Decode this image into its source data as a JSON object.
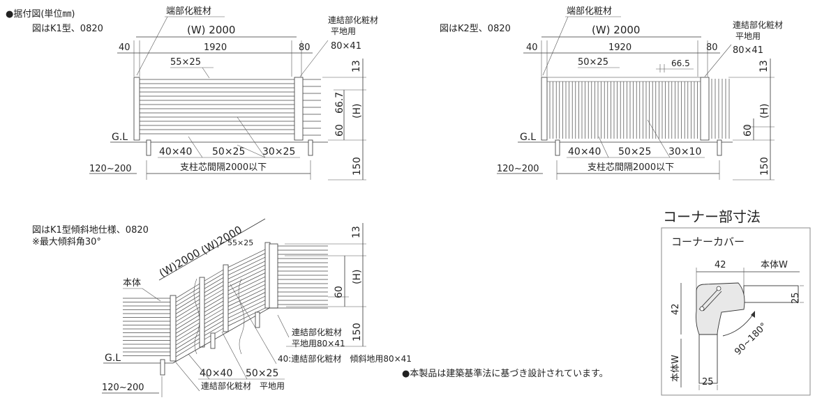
{
  "fig1": {
    "heading": "●据付図(単位㎜)",
    "caption": "図はK1型、0820",
    "end_post_label": "端部化粧材",
    "link_post_label": "連結部化粧材",
    "link_post_sub": "平地用",
    "link_post_size": "80×41",
    "width_total": "(W) 2000",
    "dim_40": "40",
    "dim_1920": "1920",
    "dim_80": "80",
    "top_rail": "55×25",
    "dim_13": "13",
    "dim_667": "66.7",
    "dim_h": "(H)",
    "dim_60": "60",
    "dim_150": "150",
    "gl": "G.L",
    "post_size": "40×40",
    "slat_size1": "50×25",
    "slat_size2": "30×25",
    "embed": "120~200",
    "spacing": "支柱芯間隔2000以下"
  },
  "fig2": {
    "caption": "図はK2型、0820",
    "end_post_label": "端部化粧材",
    "link_post_label": "連結部化粧材",
    "link_post_sub": "平地用",
    "link_post_size": "80×41",
    "width_total": "(W) 2000",
    "dim_40": "40",
    "dim_1920": "1920",
    "dim_80": "80",
    "top_rail": "50×25",
    "dim_665": "66.5",
    "dim_13": "13",
    "dim_h": "(H)",
    "dim_60": "60",
    "dim_150": "150",
    "gl": "G.L",
    "post_size": "40×40",
    "slat_size1": "50×25",
    "slat_size2": "30×10",
    "embed": "120~200",
    "spacing": "支柱芯間隔2000以下"
  },
  "fig3": {
    "caption": "図はK1型傾斜地仕様、0820",
    "caption2": "※最大傾斜角30°",
    "width1": "(W)2000",
    "width2": "(W)2000",
    "top_rail": "55×25",
    "body": "本体",
    "dim_13": "13",
    "dim_h": "(H)",
    "dim_60": "60",
    "dim_150": "150",
    "gl": "G.L",
    "embed": "120~200",
    "post_size": "40×40",
    "slat_size": "50×25",
    "link_flat": "連結部化粧材",
    "link_flat2": "平地用80×41",
    "link_slope": "40:連結部化粧材　傾斜地用80×41",
    "link_flat_bottom": "連結部化粧材　平地用"
  },
  "note": "●本製品は建築基準法に基づき設計されています。",
  "corner": {
    "title": "コーナー部寸法",
    "box_title": "コーナーカバー",
    "dim_42_top": "42",
    "body_w_top": "本体W",
    "dim_25_right": "25",
    "dim_42_left": "42",
    "angle": "90~180°",
    "body_w_left": "本体W",
    "dim_25_bottom": "25"
  }
}
